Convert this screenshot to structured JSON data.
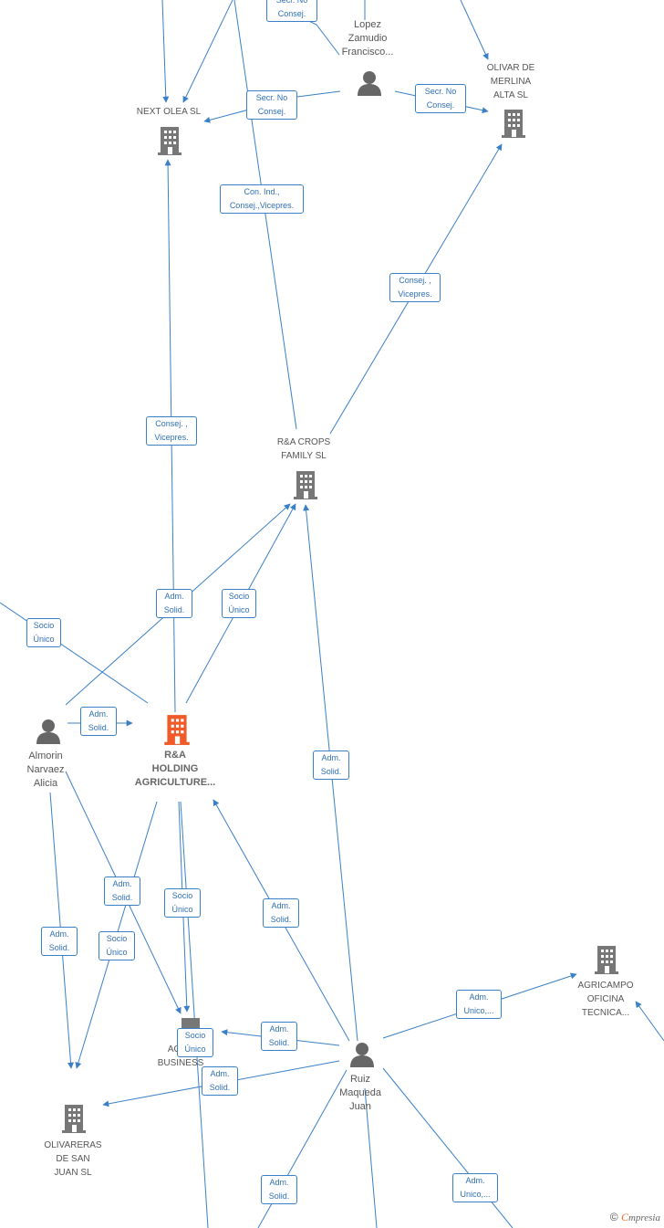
{
  "colors": {
    "edge": "#3a80c7",
    "company": "#777777",
    "main_company": "#f05a28",
    "person": "#666666"
  },
  "nodes": {
    "next_olea": {
      "label": [
        "NEXT OLEA  SL"
      ]
    },
    "lopez": {
      "label": [
        "Lopez",
        "Zamudio",
        "Francisco..."
      ]
    },
    "olivar": {
      "label": [
        "OLIVAR DE",
        "MERLINA",
        "ALTA  SL"
      ]
    },
    "rna_crops": {
      "label": [
        "R&A CROPS",
        "FAMILY  SL"
      ]
    },
    "almorin": {
      "label": [
        "Almorin",
        "Narvaez",
        "Alicia"
      ]
    },
    "rna_holding": {
      "label": [
        "R&A",
        "HOLDING",
        "AGRICULTURE..."
      ]
    },
    "agpr": {
      "label": [
        "AGPR",
        "BUSINESS"
      ]
    },
    "olivareras": {
      "label": [
        "OLIVARERAS",
        "DE SAN",
        "JUAN  SL"
      ]
    },
    "ruiz": {
      "label": [
        "Ruiz",
        "Maqueda",
        "Juan"
      ]
    },
    "agricampo": {
      "label": [
        "AGRICAMPO",
        "OFICINA",
        "TECNICA..."
      ]
    }
  },
  "roles": [
    {
      "lines": [
        "Secr.  No",
        "Consej."
      ]
    },
    {
      "lines": [
        "Secr.  No",
        "Consej."
      ]
    },
    {
      "lines": [
        "Secr.  No",
        "Consej."
      ]
    },
    {
      "lines": [
        "Con.  Ind.,",
        "Consej.,Vicepres."
      ]
    },
    {
      "lines": [
        "Consej. ,",
        "Vicepres."
      ]
    },
    {
      "lines": [
        "Consej. ,",
        "Vicepres."
      ]
    },
    {
      "lines": [
        "Adm.",
        "Solid."
      ]
    },
    {
      "lines": [
        "Socio",
        "Único"
      ]
    },
    {
      "lines": [
        "Socio",
        "Único"
      ]
    },
    {
      "lines": [
        "Adm.",
        "Solid."
      ]
    },
    {
      "lines": [
        "Adm.",
        "Solid."
      ]
    },
    {
      "lines": [
        "Adm.",
        "Solid."
      ]
    },
    {
      "lines": [
        "Socio",
        "Único"
      ]
    },
    {
      "lines": [
        "Adm.",
        "Solid."
      ]
    },
    {
      "lines": [
        "Socio",
        "Único"
      ]
    },
    {
      "lines": [
        "Adm.",
        "Solid."
      ]
    },
    {
      "lines": [
        "Adm.",
        "Solid."
      ]
    },
    {
      "lines": [
        "Socio",
        "Único"
      ]
    },
    {
      "lines": [
        "Adm.",
        "Solid."
      ]
    },
    {
      "lines": [
        "Adm.",
        "Unico,..."
      ]
    },
    {
      "lines": [
        "Adm.",
        "Solid."
      ]
    },
    {
      "lines": [
        "Adm.",
        "Unico,..."
      ]
    }
  ],
  "footer": {
    "copyright": "©",
    "brand_initial": "C",
    "brand_rest": "mpresia"
  }
}
